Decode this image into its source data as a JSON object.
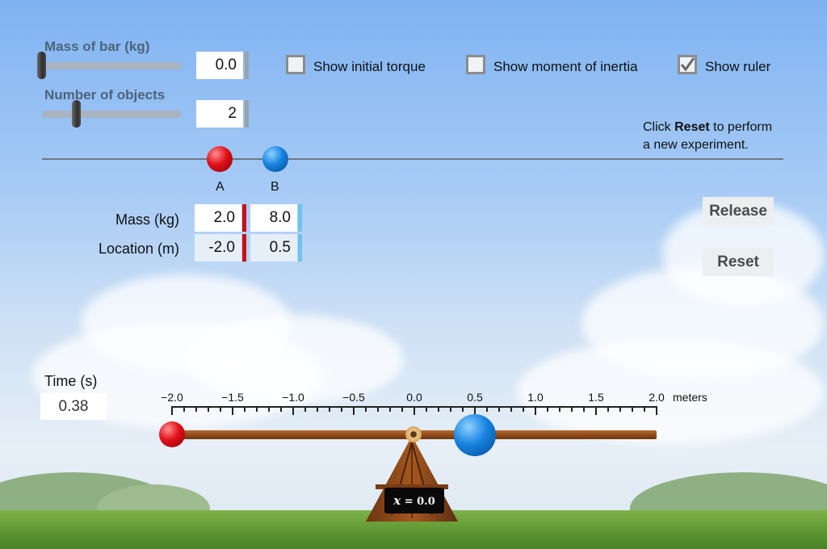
{
  "controls": {
    "mass_of_bar": {
      "label": "Mass of bar (kg)",
      "value": "0.0"
    },
    "number_of_objects": {
      "label": "Number of objects",
      "value": "2"
    }
  },
  "checkboxes": [
    {
      "label": "Show initial torque",
      "checked": false
    },
    {
      "label": "Show moment of inertia",
      "checked": false
    },
    {
      "label": "Show ruler",
      "checked": true
    }
  ],
  "instruction": {
    "prefix": "Click ",
    "bold": "Reset",
    "suffix": " to perform",
    "line2": "a new experiment."
  },
  "objects": {
    "a": {
      "name": "A",
      "mass": "2.0",
      "location": "-2.0",
      "color": "#e0101a"
    },
    "b": {
      "name": "B",
      "mass": "8.0",
      "location": "0.5",
      "color": "#1683e0"
    }
  },
  "table": {
    "mass_label": "Mass (kg)",
    "location_label": "Location (m)"
  },
  "buttons": {
    "release": "Release",
    "reset": "Reset"
  },
  "time": {
    "label": "Time (s)",
    "value": "0.38"
  },
  "ruler": {
    "ticks": [
      "−2.0",
      "−1.5",
      "−1.0",
      "−0.5",
      "0.0",
      "0.5",
      "1.0",
      "1.5",
      "2.0"
    ],
    "unit": "meters"
  },
  "pivot_readout": {
    "var": "x",
    "eq": " = 0.0"
  }
}
